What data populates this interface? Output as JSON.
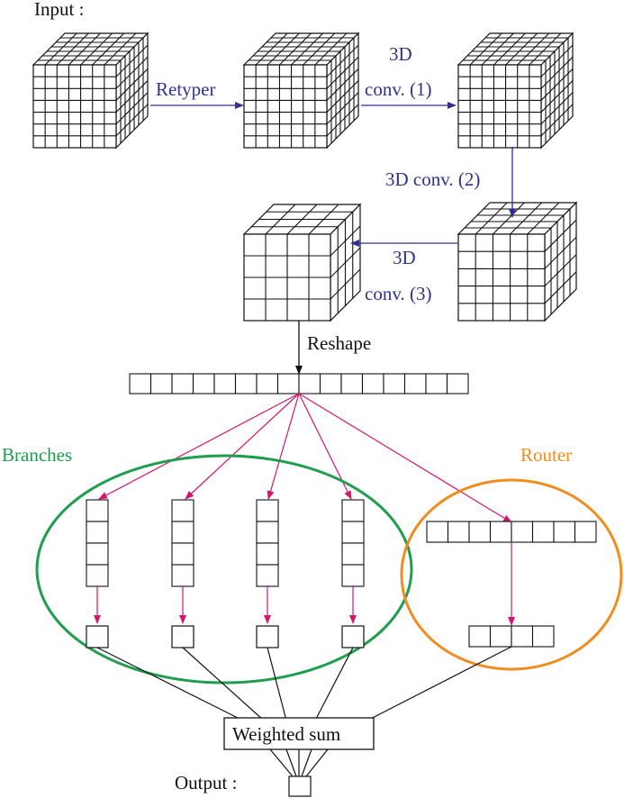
{
  "labels": {
    "input": "Input :",
    "retyper": "Retyper",
    "conv1_line1": "3D",
    "conv1_line2": "conv. (1)",
    "conv2": "3D conv. (2)",
    "conv3_line1": "3D",
    "conv3_line2": "conv. (3)",
    "reshape": "Reshape",
    "branches": "Branches",
    "router": "Router",
    "weighted_sum": "Weighted sum",
    "output": "Output :"
  },
  "colors": {
    "conv_arrow": "#2e3192",
    "dense_arrow": "#d6156f",
    "branches_ellipse": "#1f9e4e",
    "router_ellipse": "#f28c1e",
    "lines": "#111111"
  }
}
